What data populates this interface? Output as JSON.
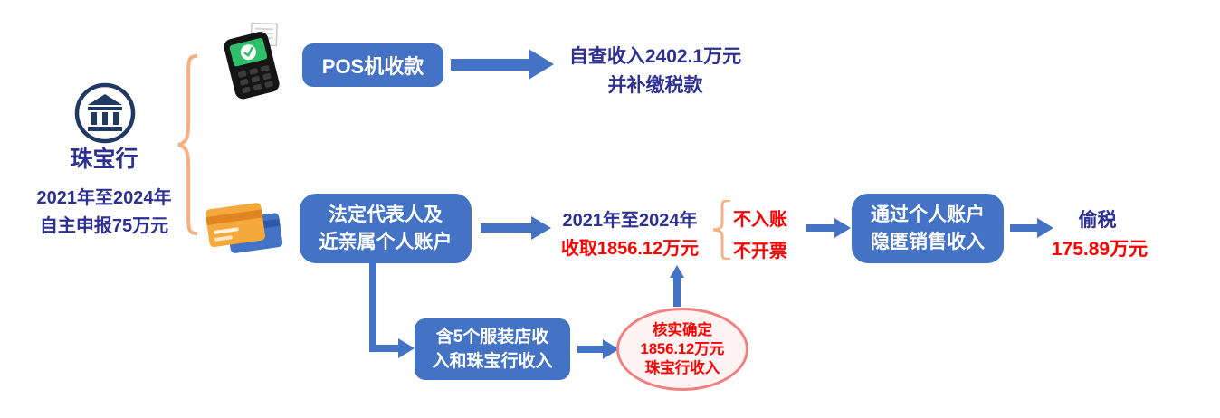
{
  "colors": {
    "box_blue": "#4472C4",
    "text_blue": "#2E3192",
    "text_red": "#FF0000",
    "brace_orange": "#F5B183",
    "icon_navy": "#1F3864",
    "ellipse_border": "#F08080",
    "ellipse_fill": "#FFF3F3"
  },
  "icons": {
    "entity": "bank-building-icon",
    "pos": "pos-terminal-icon",
    "cards": "bank-cards-icon"
  },
  "entity": {
    "title": "珠宝行",
    "subtitle_line1": "2021年至2024年",
    "subtitle_line2": "自主申报75万元"
  },
  "pos_branch": {
    "box_label": "POS机收款",
    "result_line1": "自查收入2402.1万元",
    "result_line2": "并补缴税款"
  },
  "personal_branch": {
    "account_box_line1": "法定代表人及",
    "account_box_line2": "近亲属个人账户",
    "period_text": "2021年至2024年",
    "amount_text": "收取1856.12万元",
    "issue_items": [
      "不入账",
      "不开票"
    ],
    "hide_box_line1": "通过个人账户",
    "hide_box_line2": "隐匿销售收入",
    "result_label": "偷税",
    "result_amount": "175.89万元"
  },
  "verify_flow": {
    "income_box_line1": "含5个服装店收",
    "income_box_line2": "入和珠宝行收入",
    "ellipse_line1": "核实确定",
    "ellipse_line2": "1856.12万元",
    "ellipse_line3": "珠宝行收入"
  }
}
